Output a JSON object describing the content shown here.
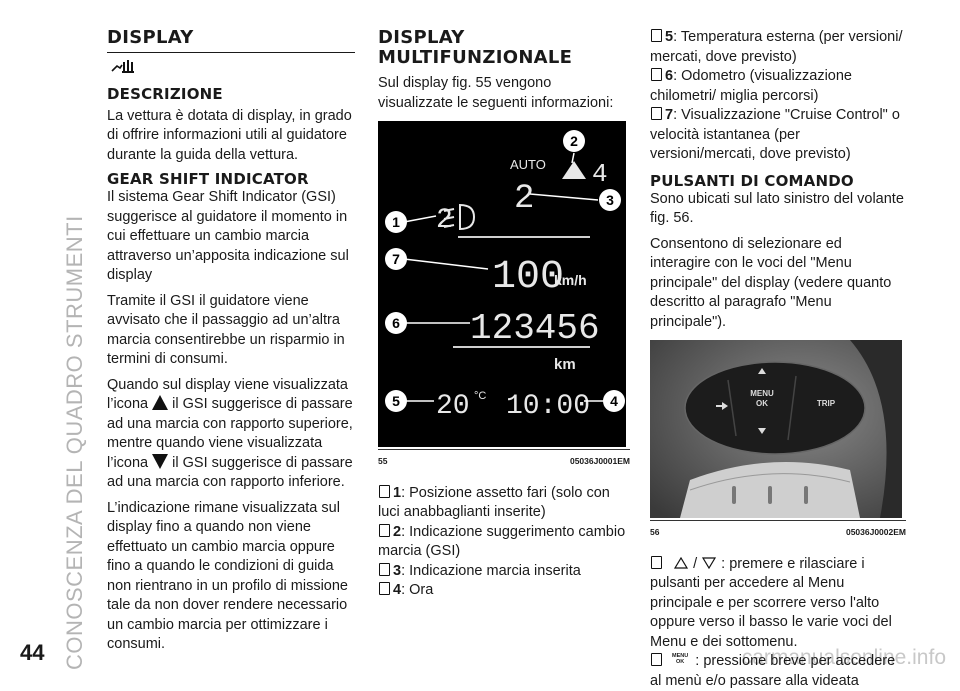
{
  "side_title": "CONOSCENZA DEL QUADRO STRUMENTI",
  "page_number": "44",
  "watermark": "carmanualsonline.info",
  "col1": {
    "heading": "DISPLAY",
    "sub1": "DESCRIZIONE",
    "p1": "La vettura è dotata di display, in grado di offrire informazioni utili al guidatore durante la guida della vettura.",
    "sub2": "GEAR SHIFT INDICATOR",
    "p2": "Il sistema Gear Shift Indicator (GSI) suggerisce al guidatore il momento in cui effettuare un cambio marcia attraverso un’apposita indicazione sul display",
    "p3": "Tramite il GSI il guidatore viene avvisato che il passaggio ad un’altra marcia consentirebbe un risparmio in termini di consumi.",
    "p4a": "Quando sul display viene visualizzata l’icona",
    "p4b": "il GSI suggerisce di passare ad una marcia con rapporto superiore, mentre quando viene visualizzata l’icona",
    "p4c": "il GSI suggerisce di passare ad una marcia con rapporto inferiore.",
    "p5": "L’indicazione rimane visualizzata sul display fino a quando non viene effettuato un cambio marcia oppure fino a quando le condizioni di guida non rientrano in un profilo di missione tale da non dover rendere necessario un cambio marcia per ottimizzare i consumi."
  },
  "col2": {
    "heading_line1": "DISPLAY",
    "heading_line2": "MULTIFUNZIONALE",
    "p1": "Sul display fig. 55 vengono visualizzate le seguenti informazioni:",
    "figure": {
      "number": "55",
      "code": "05036J0001EM",
      "auto": "AUTO",
      "gear": "2",
      "gear_sug": "4",
      "speed": "100",
      "speed_unit": "km/h",
      "odo": "123456",
      "odo_unit": "km",
      "temp": "20",
      "temp_unit": "°C",
      "clock": "10:00",
      "callouts": [
        "1",
        "2",
        "3",
        "4",
        "5",
        "6",
        "7"
      ]
    },
    "items": [
      {
        "num": "1",
        "text": ": Posizione assetto fari (solo con luci anabbaglianti inserite)"
      },
      {
        "num": "2",
        "text": ": Indicazione suggerimento cambio marcia (GSI)"
      },
      {
        "num": "3",
        "text": ": Indicazione marcia inserita"
      },
      {
        "num": "4",
        "text": ": Ora"
      }
    ]
  },
  "col3": {
    "items": [
      {
        "num": "5",
        "text": ": Temperatura esterna (per versioni/ mercati, dove previsto)"
      },
      {
        "num": "6",
        "text": ": Odometro (visualizzazione chilometri/ miglia percorsi)"
      },
      {
        "num": "7",
        "text": ": Visualizzazione \"Cruise Control\" o velocità istantanea (per versioni/mercati, dove previsto)"
      }
    ],
    "sub": "PULSANTI DI COMANDO",
    "p1": "Sono ubicati sul lato sinistro del volante fig. 56.",
    "p2": "Consentono di selezionare ed interagire con le voci del \"Menu principale\" del display (vedere quanto descritto al paragrafo \"Menu principale\").",
    "figure": {
      "number": "56",
      "code": "05036J0002EM",
      "btn_menu": "MENU",
      "btn_ok": "OK",
      "btn_trip": "TRIP"
    },
    "bullet1_sep": "/",
    "bullet1_text": ": premere e rilasciare i pulsanti per accedere al Menu principale e per scorrere verso l'alto oppure verso il basso le varie voci del Menu e dei sottomenu.",
    "bullet2_text": ": pressione breve per accedere al menù e/o passare alla videata"
  }
}
